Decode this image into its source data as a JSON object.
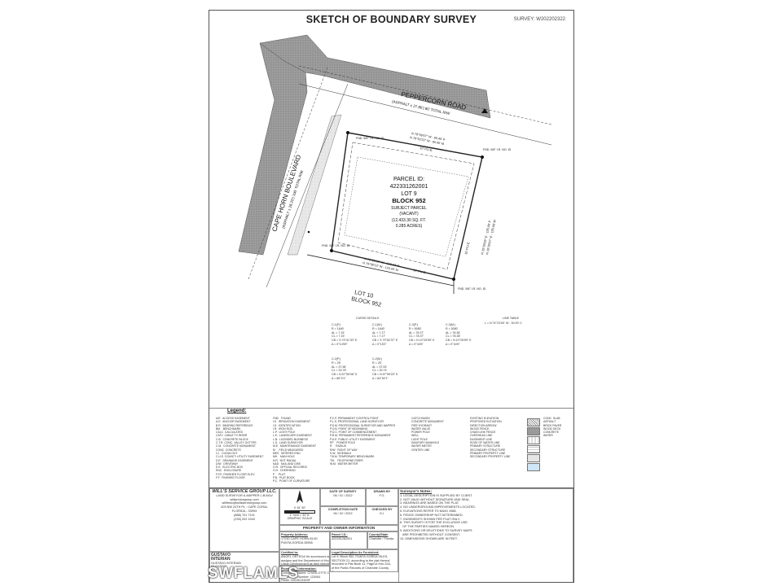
{
  "sheet": {
    "title": "SKETCH OF BOUNDARY SURVEY",
    "survey_no": "SURVEY: W202202322"
  },
  "roads": {
    "peppercorn_name": "PEPPERCORN ROAD",
    "peppercorn_sub": "(ASPHALT ± 27.80') 80' TOTAL R/W",
    "capehorn_name": "CAPE HORN BOULEVARD",
    "capehorn_sub": "(ASPHALT ± 28.25') 100' TOTAL R/W"
  },
  "parcel": {
    "id_label": "PARCEL ID:",
    "id": "422331262001",
    "lot": "LOT 9",
    "block": "BLOCK 952",
    "status1": "SUBJECT PARCEL",
    "status2": "(VACANT)",
    "area": "(12,433.30 SQ. FT.",
    "acres": "0.285 ACRES)"
  },
  "lot10": {
    "lot": "LOT 10",
    "block": "BLOCK 952"
  },
  "bearings": {
    "north1": "N 79°59'57\" W - 90.40' P",
    "north2": "N 79°53'23\" W - 90.40' M",
    "south1": "N 79°59'00\" W - 120.00' P",
    "south2": "N 79°58'13\" W - 120.00' M",
    "east1": "N 10°00'03\" E - 105.00' P",
    "east2": "N 10°00'57\" E - 105.00' M",
    "pue1": "10' P.U.E.",
    "pue2": "10' P.U.E.",
    "pue3": "10' P.U.E.",
    "fnd1": "FND. 5/8\" I.R. NO. ID",
    "fnd2": "FND. 5/8\" I.R. NO. ID",
    "fnd3": "FND. 5/8\" I.R. NO. ID",
    "fnd4": "FND. 5/8\" I.R. NO. ID"
  },
  "curves": {
    "header": "CURVE DETAILS",
    "c1": "C-1(P.)\nR = 1640'\nAL = 7.15'\nCL = 7.15'\nCB = S 79°41'30\" E\nΔ = 0°14'59\"",
    "c1m": "C-1(M.)\nR = 1640'\nAL = 7.17'\nCL = 7.17'\nCB = S 79°52'37\" E\nΔ = 0°15'2\"",
    "c3": "C-3(P.)\nR = 5050'\nAL = 78.37'\nCL = 78.37'\nCB = N 10°25'59\" E\nΔ = 0°44'5\"",
    "c3m": "C-3(M.)\nR = 5050'\nAL = 78.38'\nCL = 78.38'\nCB = N 10°25'59\" E\nΔ = 0°44'5\"",
    "c2": "C-2(P.)\nR = 25'\nAL = 37.98'\nCL = 33.78'\nCB = N 57°59'06\" E\nΔ = 85°0'1\"",
    "c2m": "C-2(M.)\nR = 25'\nAL = 37.93'\nCL = 33.74'\nCB = N 57°59'20\" E\nΔ = 84°52'1\"",
    "line_header": "LINE TABLE",
    "l1": "L = N 74°23'46\" W - 30.00' C"
  },
  "legend": {
    "title": "Legend:",
    "col1": "A/E   ACCESS EASEMENT\nA.E.  ANCHOR EASEMENT\nB.R.  BEARING REFERENCE\nBM    BENCHMARK\nCALC  CALCULATED\nCATV  CABLE TV RISER\nC.B.  CONCRETE BLOCK\nC.T.R. CONC. VALLEY GUTTER\nC.M.  CONCRETE MONUMENT\nCONC  CONCRETE\nC.I.  CLEAN OUT\nC.U.E. COUNTY UTILITY EASEMENT\nD.E.  DRAINAGE EASEMENT\nD/W   DRIVEWAY\nE.E.  ELECTRIC BOX\nENC.  ENCLOSURE\nF.F.E. FINISHED FLOOR ELEV.\nF.F.  FINISHED FLOOR",
    "col2": "FND   FOUND\nI.E.  IRRIGATION EASEMENT\nI.D.  IDENTIFICATION\nI.R.  IRON ROD\nL.P.  LIGHT POLE\nL.E.  LANDSCAPE EASEMENT\nL.B.  LICENSED BUSINESS\nL.S.  LAND SURVEYOR\nM.E.  MAINTENANCE EASEMENT\nM     FIELD MEASURED\nMES   MITERED END\nMH    MAN HOLE\nN.R.  NOT RADIAL\nN&D   NAIL AND DISK\nO.R.  OFFICIAL RECORDS\nO.H.  OVERHEAD\nP     PLAT\nP.B.  PLAT BOOK\nP.C.  POINT OF CURVATURE",
    "col3": "P.C.P. PERMANENT CONTROL POINT\nP.L.S. PROFESSIONAL LAND SURVEYOR\nP.S.M. PROFESSIONAL SURVEYOR AND MAPPER\nP.O.B. POINT OF BEGINNING\nP.O.C. POINT OF COMMENCEMENT\nP.R.M. PERMANENT REFERENCE MONUMENT\nP.U.E. PUBLIC UTILITY EASEMENT\nPP    POWER POLE\nR     RADIUS\nR/W   RIGHT OF WAY\nS.W.  SIDEWALK\nT.B.M. TEMPORARY BENCHMARK\nTEL   TELEPHONE RISER\nW.M.  WATER METER",
    "col4": "CATCH BASIN\nCONCRETE MONUMENT\nFIRE HYDRANT\nWATER VALVE\nPOWER POLE\nWELL\nLIGHT POLE\nSANITARY MANHOLE\nWATER METER\nCENTER LINE",
    "col5": "EXISTING ELEVATION\nPROPOSED ELEVATION\nDIRECTION ARROW\nWOOD FENCE\nCHAIN LINK FENCE\nOVERHEAD LINE\nEASEMENT LINE\nEDGE OF WATER LINE\nPRIMARY STRUCTURE\nSECONDARY STRUCTURE\nPRIMARY PROPERTY LINE\nSECONDARY PROPERTY LINE",
    "col6": "CONC. SLAB\nASPHALT\nBRICK PAVER\nWOOD DECK\nCONCRETE\nWATER"
  },
  "titleblock": {
    "company": "WILL'S SERVICE GROUP LLC.",
    "company_sub": "LAND SURVEYOR & MAPPER L.B.8414",
    "email1": "willservicegroup.com",
    "email2": "willfredo@willsservicegroup.com",
    "address": "403 NW 24TH PL - CAPE CORAL",
    "state": "FLORIDA - 33993",
    "phone1": "(888) 701 7101",
    "phone2": "(239) 202 1943",
    "scale1": "1\" inch = 30' ft.",
    "scale2": "GRAPHIC SCALE",
    "scale_nums": "0     15'    30'",
    "pro_header": "PROPERTY AND OWNER INFORMATION",
    "date_survey": "DATE OF SURVEY",
    "date_survey_val": "06 / 01 / 2022",
    "completion": "COMPLETION DATE",
    "completion_val": "06 / 02 / 2022",
    "drawn": "DRAWN BY",
    "drawn_val": "F.G.",
    "checked": "CHECKED BY",
    "checked_val": "G.I.",
    "prop_addr_label": "Property Address:",
    "prop_addr": "17230 CAPE HORN BLVD\nPUNTA GORDA 33955",
    "parcel_label": "Parcel I.D.:",
    "parcel_val": "422331262001",
    "county_label": "County/State",
    "county_val": "Charlotte / Florida",
    "certified_label": "Certified to:",
    "certified": "ANGEL ORTEGA It's successors and/or\nassigns and the Department of Housing and\nUrban Development as their interests may\nappear",
    "legal_label": "Legal Description As Furnished:",
    "legal": "Lot 9, Block 952, PUNTA GORDA ISLES,\nSECTION 21, according to the plat thereof,\nrecorded in Plat Book 11, Page14 thru 22A,\nof the Public Records of Charlotte County,\nFlorida.",
    "flood_label": "Flood Zone Information:",
    "flood": "Community Name: CHARLOTTE COUNTY\nCommunity Number: 120061\nPanel: 12015C0329F\nZone: AE   Index: 7   Effective Date:\nFirm Date: 05/05/2003",
    "notes_label": "Surveyor's Notes:",
    "notes": "1. LEGAL DESCRIPTION IS SUPPLIED BY CLIENT.\n2. NOT VALID WITHOUT SIGNATURE AND SEAL.\n3. BEARINGS ARE BASED ON THE PLAT.\n4. NO UNDERGROUND IMPROVEMENTS LOCATED.\n5. ELEVATIONS REFER TO NAVD 1988.\n6. FENCE OWNERSHIP NOT DETERMINED.\n7. EASEMENTS SHOWN PER PLAT ONLY.\n8. THIS SURVEY IS FOR THE EXCLUSIVE USE\n   OF THE PARTIES NAMED HEREON.\n9. ADDITIONS OR DELETIONS TO SURVEY MAPS\n   ARE PROHIBITED WITHOUT CONSENT.\n10. DIMENSIONS SHOWN ARE IN FEET.",
    "signer": "GUSTAVO",
    "signer2": "INTERIAN",
    "signer_full": "GUSTAVO INTERIAN",
    "signer_date": "06.02.2022"
  },
  "watermark": "SWFLAMLS"
}
